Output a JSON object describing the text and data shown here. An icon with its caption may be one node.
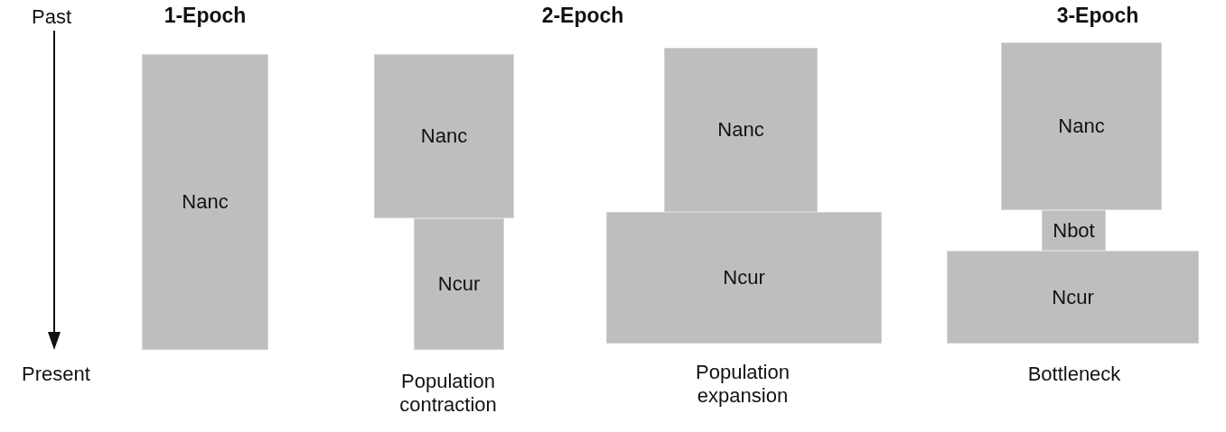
{
  "diagram": {
    "nodes": [
      {
        "text": [
          "Nanc"
        ]
      },
      {
        "text": [
          "Nanc"
        ]
      },
      {
        "text": [
          "Ncur"
        ]
      },
      {
        "text": [
          "Nanc"
        ]
      },
      {
        "text": [
          "Ncur"
        ]
      },
      {
        "text": [
          "Nanc"
        ]
      },
      {
        "text": [
          "Nbot"
        ]
      },
      {
        "text": [
          "Ncur"
        ]
      }
    ],
    "edges": [],
    "labels": [
      "Past",
      "1-Epoch",
      "2-Epoch",
      "3-Epoch",
      "Present",
      "Population contraction",
      "Population expansion",
      "Bottleneck"
    ]
  }
}
